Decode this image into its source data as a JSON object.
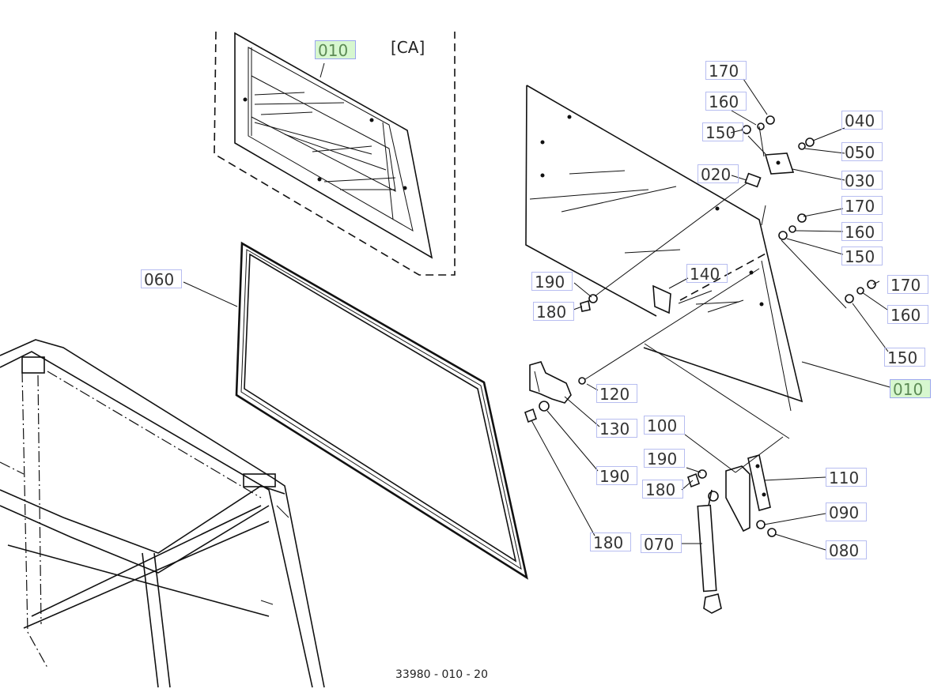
{
  "diagram": {
    "variant_label": "[CA]",
    "drawing_number": "33980 - 010 - 20",
    "colors": {
      "line": "#111111",
      "callout_border": "#b7bdf0",
      "highlight": "#d7f7cf"
    },
    "callouts": [
      {
        "id": "c010a",
        "label": "010",
        "highlighted": true
      },
      {
        "id": "c170a",
        "label": "170",
        "highlighted": false
      },
      {
        "id": "c160a",
        "label": "160",
        "highlighted": false
      },
      {
        "id": "c150a",
        "label": "150",
        "highlighted": false
      },
      {
        "id": "c040",
        "label": "040",
        "highlighted": false
      },
      {
        "id": "c050",
        "label": "050",
        "highlighted": false
      },
      {
        "id": "c020",
        "label": "020",
        "highlighted": false
      },
      {
        "id": "c030",
        "label": "030",
        "highlighted": false
      },
      {
        "id": "c170b",
        "label": "170",
        "highlighted": false
      },
      {
        "id": "c160b",
        "label": "160",
        "highlighted": false
      },
      {
        "id": "c150b",
        "label": "150",
        "highlighted": false
      },
      {
        "id": "c060",
        "label": "060",
        "highlighted": false
      },
      {
        "id": "c140",
        "label": "140",
        "highlighted": false
      },
      {
        "id": "c190a",
        "label": "190",
        "highlighted": false
      },
      {
        "id": "c180a",
        "label": "180",
        "highlighted": false
      },
      {
        "id": "c170c",
        "label": "170",
        "highlighted": false
      },
      {
        "id": "c160c",
        "label": "160",
        "highlighted": false
      },
      {
        "id": "c150c",
        "label": "150",
        "highlighted": false
      },
      {
        "id": "c010b",
        "label": "010",
        "highlighted": true
      },
      {
        "id": "c120",
        "label": "120",
        "highlighted": false
      },
      {
        "id": "c130",
        "label": "130",
        "highlighted": false
      },
      {
        "id": "c100",
        "label": "100",
        "highlighted": false
      },
      {
        "id": "c190b",
        "label": "190",
        "highlighted": false
      },
      {
        "id": "c180b",
        "label": "180",
        "highlighted": false
      },
      {
        "id": "c190c",
        "label": "190",
        "highlighted": false
      },
      {
        "id": "c110",
        "label": "110",
        "highlighted": false
      },
      {
        "id": "c090",
        "label": "090",
        "highlighted": false
      },
      {
        "id": "c070",
        "label": "070",
        "highlighted": false
      },
      {
        "id": "c180c",
        "label": "180",
        "highlighted": false
      },
      {
        "id": "c080",
        "label": "080",
        "highlighted": false
      }
    ]
  }
}
